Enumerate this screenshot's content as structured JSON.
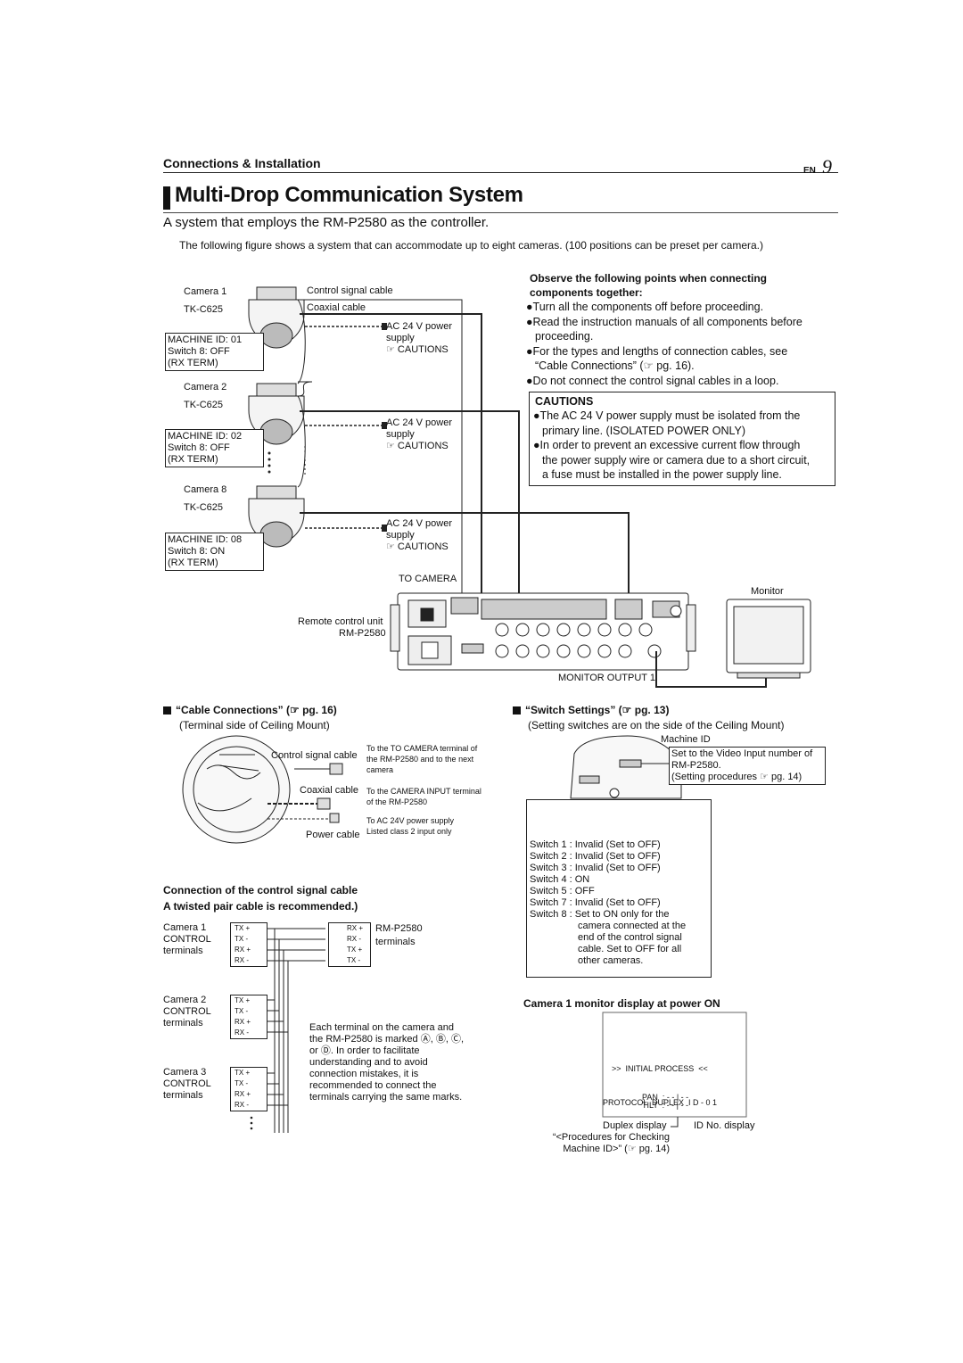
{
  "header": {
    "section": "Connections & Installation",
    "lang": "EN",
    "page_number": "9"
  },
  "title": "Multi-Drop Communication System",
  "subtitle": "A system that employs the RM-P2580 as the controller.",
  "intro": "The following figure shows a system that can accommodate up to eight cameras. (100 positions can be preset per camera.)",
  "diagram": {
    "cameras": [
      {
        "label": "Camera 1",
        "model": "TK-C625",
        "id": "MACHINE ID: 01",
        "switch": "Switch 8: OFF",
        "term": "(RX TERM)"
      },
      {
        "label": "Camera 2",
        "model": "TK-C625",
        "id": "MACHINE ID: 02",
        "switch": "Switch 8: OFF",
        "term": "(RX TERM)"
      },
      {
        "label": "Camera 8",
        "model": "TK-C625",
        "id": "MACHINE ID: 08",
        "switch": "Switch 8: ON",
        "term": "(RX TERM)"
      }
    ],
    "control_cable": "Control signal cable",
    "coax_cable": "Coaxial cable",
    "power": {
      "line1": "AC 24 V power",
      "line2": "supply",
      "cautions": "☞ CAUTIONS"
    },
    "to_camera": "TO CAMERA",
    "remote_label": "Remote control unit",
    "remote_model": "RM-P2580",
    "monitor": "Monitor",
    "monitor_output": "MONITOR OUTPUT 1"
  },
  "observe": {
    "heading_line1": "Observe the following points when connecting",
    "heading_line2": "components together:",
    "items": [
      "●Turn all the components off before proceeding.",
      "●Read the instruction manuals of all components before",
      "proceeding.",
      "●For the types and lengths of connection cables, see",
      "“Cable Connections” (☞ pg. 16).",
      "●Do not connect the control signal cables in a loop."
    ]
  },
  "cautions": {
    "title": "CAUTIONS",
    "lines": [
      "●The AC 24 V power supply must be isolated from the",
      "primary line. (ISOLATED POWER ONLY)",
      "●In order to prevent an excessive current flow through",
      "the power supply wire or camera due to a short circuit,",
      "a fuse must be installed in the power supply line."
    ]
  },
  "cable_section": {
    "heading": "“Cable Connections” (☞ pg. 16)",
    "sub": "(Terminal side of Ceiling Mount)",
    "control": "Control signal cable",
    "control_note1": "To the TO CAMERA terminal of",
    "control_note2": "the RM-P2580 and to the next",
    "control_note3": "camera",
    "coax": "Coaxial cable",
    "coax_note1": "To the CAMERA INPUT terminal",
    "coax_note2": "of the RM-P2580",
    "power": "Power cable",
    "power_note1": "To AC 24V power supply",
    "power_note2": "Listed class 2 input only"
  },
  "control_conn": {
    "heading1": "Connection of the control signal cable",
    "heading2": "A twisted pair cable is recommended.)",
    "cam_terms": [
      "TX +",
      "TX -",
      "RX +",
      "RX -"
    ],
    "rm_terms": [
      "RX +",
      "RX -",
      "TX +",
      "TX -"
    ],
    "letters": [
      "A",
      "B",
      "C",
      "D"
    ],
    "cams": [
      {
        "l1": "Camera 1",
        "l2": "CONTROL",
        "l3": "terminals"
      },
      {
        "l1": "Camera 2",
        "l2": "CONTROL",
        "l3": "terminals"
      },
      {
        "l1": "Camera 3",
        "l2": "CONTROL",
        "l3": "terminals"
      }
    ],
    "rm_l1": "RM-P2580",
    "rm_l2": "terminals",
    "note": [
      "Each terminal on the camera and",
      "the RM-P2580 is marked Ⓐ, Ⓑ, Ⓒ,",
      "or Ⓓ. In order to facilitate",
      "understanding and to avoid",
      "connection mistakes, it is",
      "recommended to connect the",
      "terminals carrying the same marks."
    ]
  },
  "switch_section": {
    "heading": "“Switch Settings” (☞ pg. 13)",
    "sub": "(Setting switches are on the side of the Ceiling Mount)",
    "machine_id": "Machine ID",
    "id_note": [
      "Set to the Video Input number of",
      "RM-P2580.",
      "(Setting procedures ☞ pg. 14)"
    ],
    "switches": [
      "Switch 1 : Invalid (Set to OFF)",
      "Switch 2 : Invalid (Set to OFF)",
      "Switch 3 : Invalid (Set to OFF)",
      "Switch 4 : ON",
      "Switch 5 : OFF",
      "Switch 7 : Invalid (Set to OFF)",
      "Switch 8 : Set to ON only for the",
      "camera connected at the",
      "end of the control signal",
      "cable. Set to OFF for all",
      "other cameras."
    ]
  },
  "monitor_display": {
    "heading": "Camera 1 monitor display at power ON",
    "line1": ">>  INITIAL PROCESS  <<",
    "pan": "PAN  : - - | - -",
    "tilt": "TILT  : - - | - -",
    "protocol": "PROTOCOL  DUPLEX  I D - 0 1",
    "duplex_label": "Duplex display",
    "id_label": "ID No. display",
    "proc1": "“<Procedures for Checking",
    "proc2": "Machine ID>” (☞ pg. 14)"
  }
}
